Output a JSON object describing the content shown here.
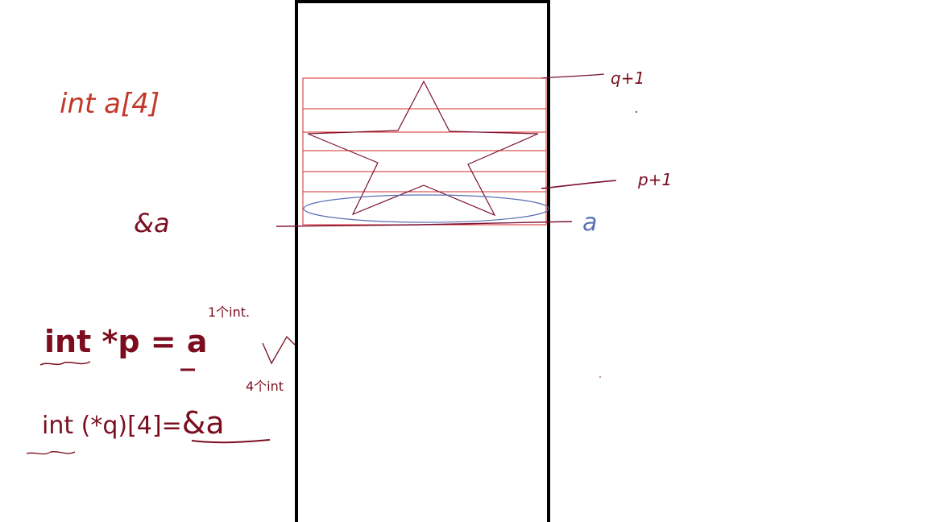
{
  "labels": {
    "decl": "int a[4]",
    "addr": "&a",
    "q_plus": "q+1",
    "p_plus": "p+1",
    "a_right": "a"
  },
  "code": {
    "line1_left": "int *p = ",
    "line1_var": "a",
    "line1_note": "1个int.",
    "line2_left": "int (*q)[4]=",
    "line2_var": "&a",
    "line2_note": "4个int"
  },
  "colors": {
    "memory_border": "#000000",
    "cells": "#d62b2b",
    "star": "#7b1030",
    "ellipse": "#5b6fb5",
    "ink_dark": "#7b0d1e",
    "ink_red": "#c0392b"
  }
}
